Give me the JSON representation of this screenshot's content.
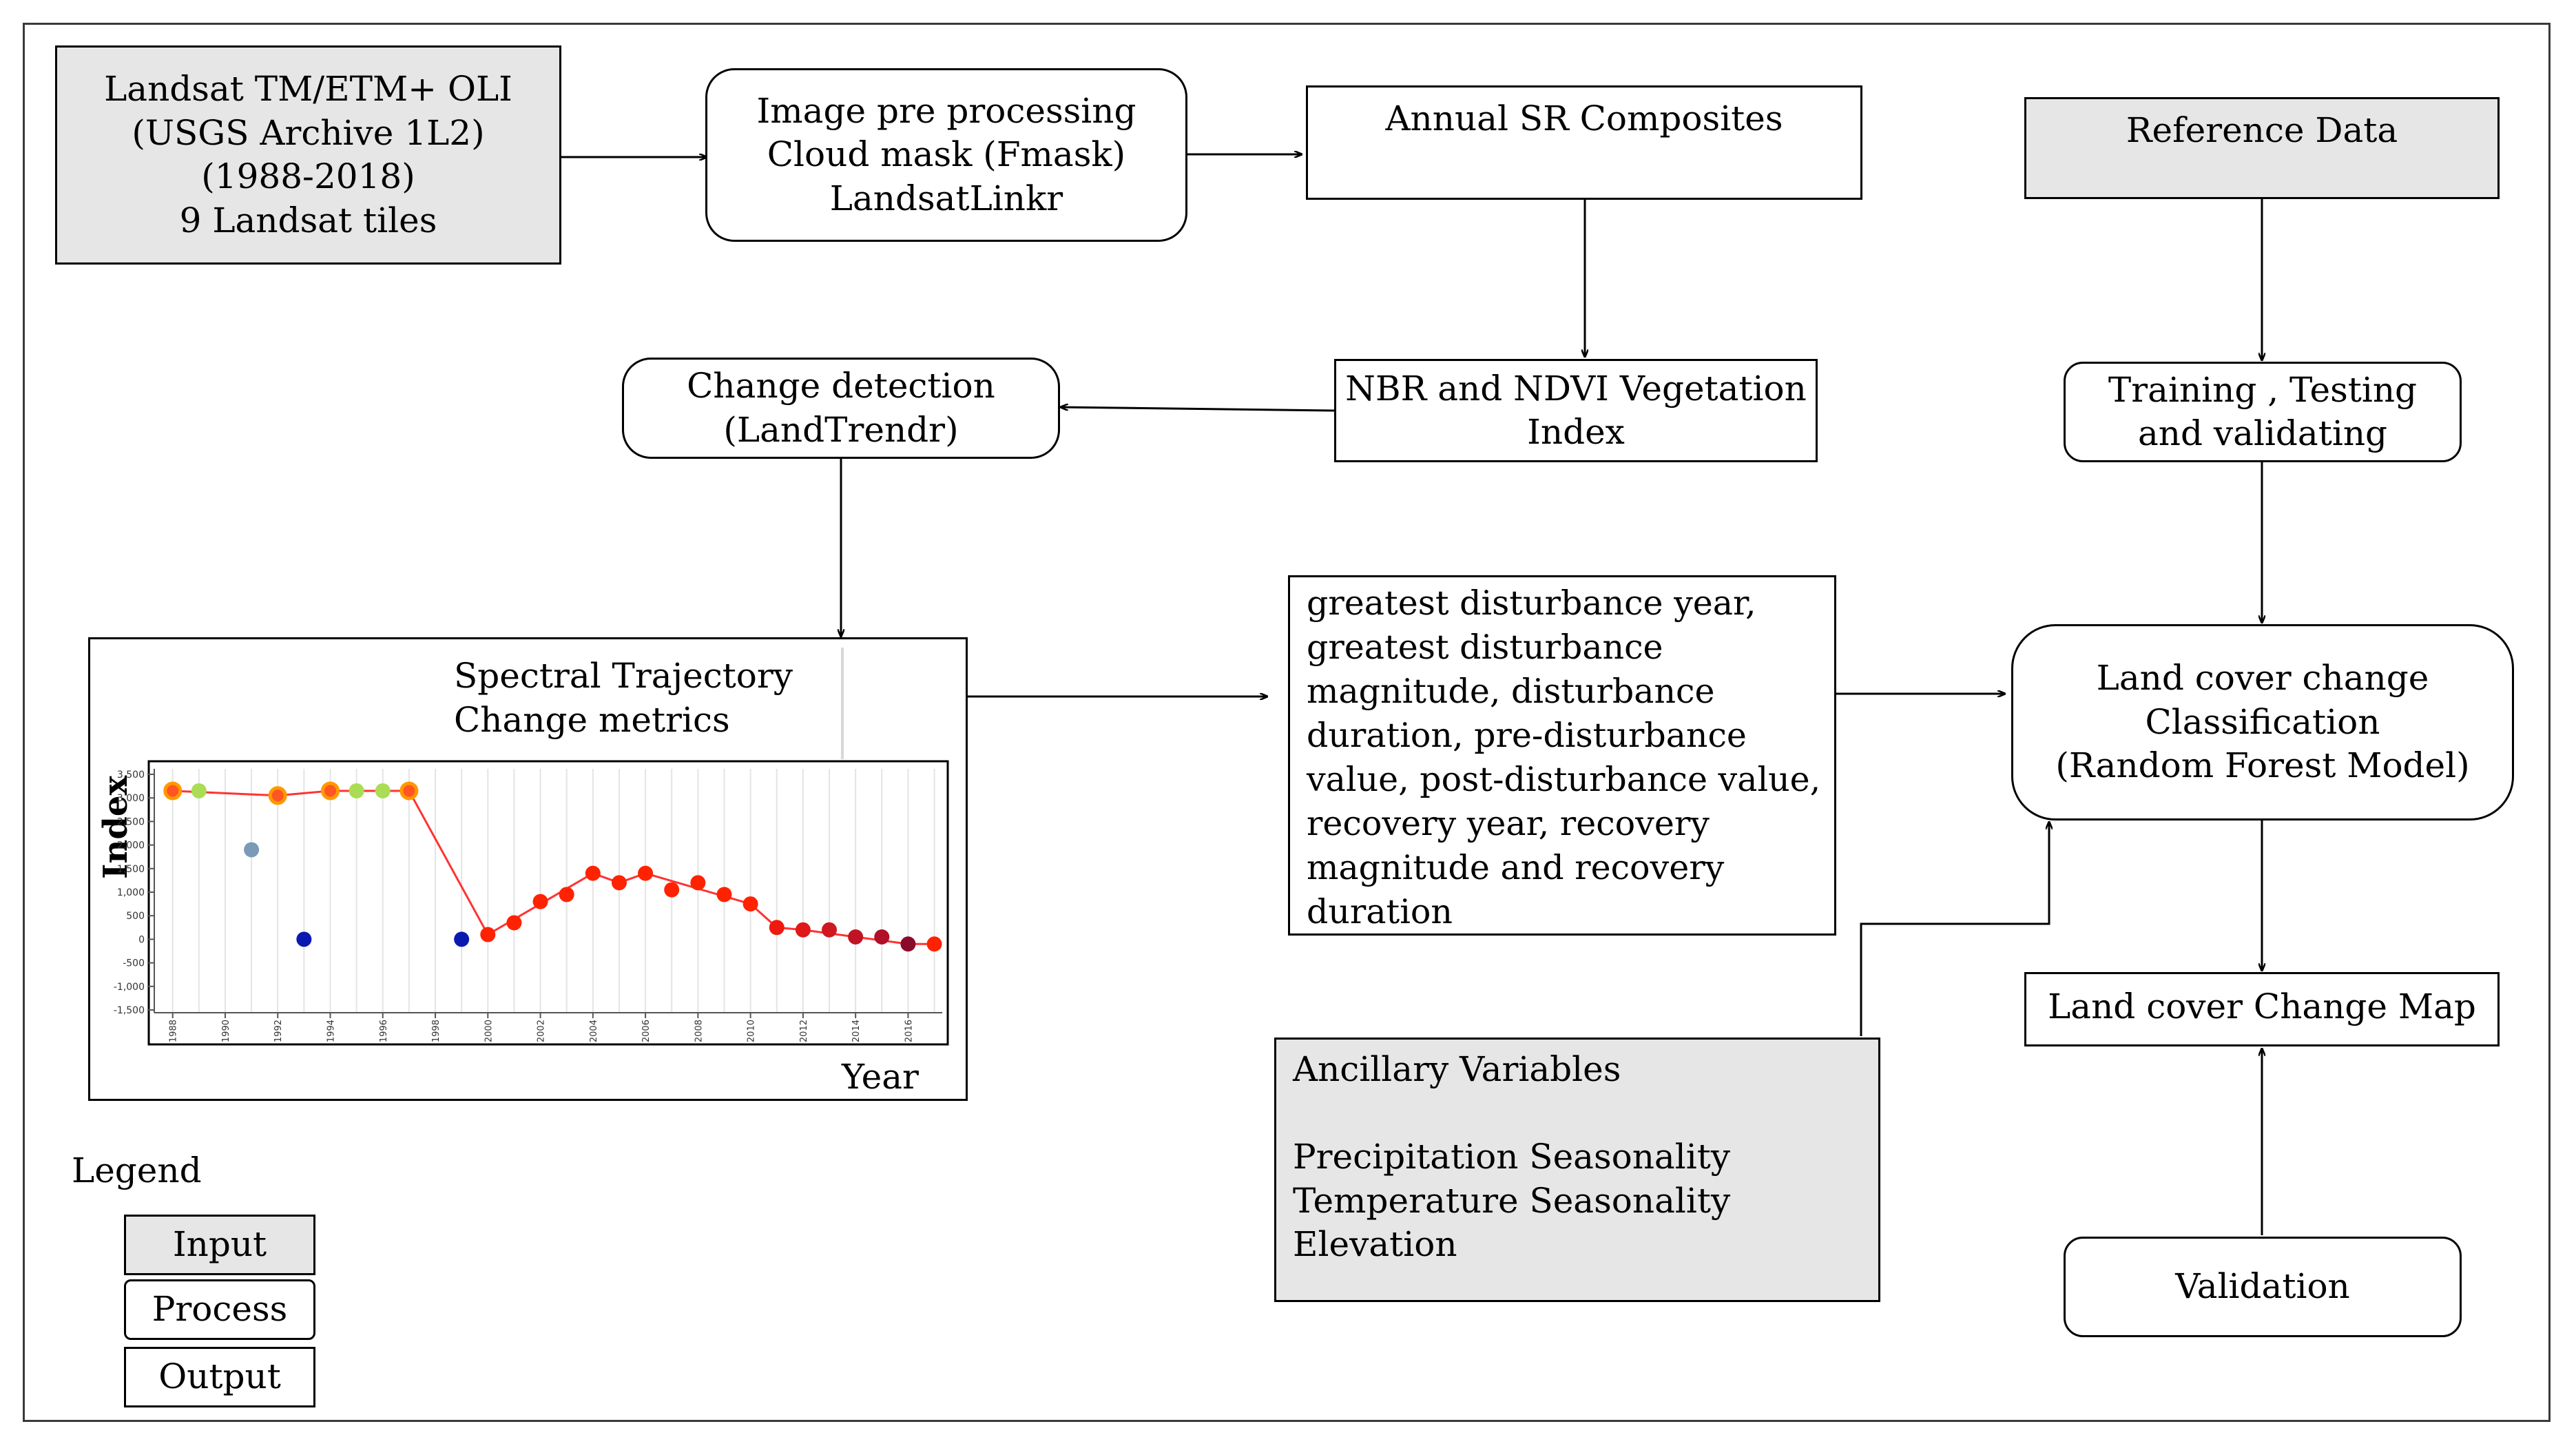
{
  "boxes": {
    "landsat": [
      "Landsat TM/ETM+ OLI",
      "(USGS Archive 1L2)",
      "(1988-2018)",
      "9 Landsat tiles"
    ],
    "preprocess": [
      "Image pre processing",
      "Cloud mask (Fmask)",
      "LandsatLinkr"
    ],
    "composites": [
      "Annual SR Composites"
    ],
    "reference": [
      "Reference Data"
    ],
    "vegindex": [
      "NBR and NDVI Vegetation",
      "Index"
    ],
    "change_detection": [
      "Change detection",
      "(LandTrendr)"
    ],
    "training": [
      "Training , Testing",
      "and validating"
    ],
    "metrics_list": [
      "greatest disturbance year,",
      "greatest disturbance",
      "magnitude, disturbance",
      "duration, pre-disturbance",
      "value, post-disturbance value,",
      "recovery year, recovery",
      "magnitude and recovery",
      "duration"
    ],
    "classification": [
      "Land cover change",
      "Classification",
      "(Random Forest Model)"
    ],
    "change_map": [
      "Land cover Change Map"
    ],
    "ancillary": [
      "Ancillary Variables",
      "",
      "Precipitation Seasonality",
      "Temperature Seasonality",
      "Elevation"
    ],
    "validation": [
      "Validation"
    ]
  },
  "trajectory_panel": {
    "title": [
      "Spectral Trajectory",
      "Change metrics"
    ],
    "y_label": "Index",
    "x_label": "Year"
  },
  "legend": {
    "title": "Legend",
    "items": [
      "Input",
      "Process",
      "Output"
    ]
  },
  "colors": {
    "input_fill": "#e6e6e6",
    "line": "#ff3333",
    "vertex_fill": "#ff2200",
    "start_outline": "#ff9900",
    "green_point": "#aadd55",
    "gray_point": "#7a9ab8",
    "blue_point": "#0a1ab0",
    "dark_point": "#8a0a2a"
  },
  "chart_data": {
    "type": "scatter",
    "xlabel": "Year",
    "ylabel": "Index",
    "ylim": [
      -1500,
      3500
    ],
    "y_ticks": [
      "3,500",
      "3,000",
      "2,500",
      "2,000",
      "1,500",
      "1,000",
      "500",
      "0",
      "-500",
      "-1,000",
      "-1,500"
    ],
    "y_tick_values": [
      3500,
      3000,
      2500,
      2000,
      1500,
      1000,
      500,
      0,
      -500,
      -1000,
      -1500
    ],
    "x_ticks": [
      "1988",
      "1990",
      "1992",
      "1994",
      "1996",
      "1998",
      "2000",
      "2002",
      "2004",
      "2006",
      "2008",
      "2010",
      "2012",
      "2014",
      "2016"
    ],
    "x_tick_values": [
      1988,
      1990,
      1992,
      1994,
      1996,
      1998,
      2000,
      2002,
      2004,
      2006,
      2008,
      2010,
      2012,
      2014,
      2016
    ],
    "xlim": [
      1987.3,
      2017.3
    ],
    "fitted_line": {
      "x": [
        1988,
        1992,
        1993,
        1994,
        1997,
        2000,
        2004,
        2005,
        2006,
        2010,
        2011,
        2012,
        2014,
        2016,
        2017
      ],
      "y": [
        3150,
        3050,
        3100,
        3150,
        3150,
        100,
        1400,
        1200,
        1400,
        750,
        250,
        200,
        50,
        -100,
        -100
      ]
    },
    "points": [
      {
        "x": 1988,
        "y": 3150,
        "color": "#ff9900"
      },
      {
        "x": 1989,
        "y": 3150,
        "color": "#aadd55"
      },
      {
        "x": 1991,
        "y": 1900,
        "color": "#7a9ab8"
      },
      {
        "x": 1992,
        "y": 3050,
        "color": "#ff9900"
      },
      {
        "x": 1993,
        "y": 0,
        "color": "#0a1ab0"
      },
      {
        "x": 1994,
        "y": 3150,
        "color": "#ff9900"
      },
      {
        "x": 1995,
        "y": 3150,
        "color": "#aadd55"
      },
      {
        "x": 1996,
        "y": 3150,
        "color": "#aadd55"
      },
      {
        "x": 1997,
        "y": 3150,
        "color": "#ff9900"
      },
      {
        "x": 1999,
        "y": 0,
        "color": "#0a1ab0"
      },
      {
        "x": 2000,
        "y": 100,
        "color": "#ff2200"
      },
      {
        "x": 2001,
        "y": 350,
        "color": "#ff2200"
      },
      {
        "x": 2002,
        "y": 800,
        "color": "#ff2200"
      },
      {
        "x": 2003,
        "y": 950,
        "color": "#ff2200"
      },
      {
        "x": 2004,
        "y": 1400,
        "color": "#ff2200"
      },
      {
        "x": 2005,
        "y": 1200,
        "color": "#ff2200"
      },
      {
        "x": 2006,
        "y": 1400,
        "color": "#ff2200"
      },
      {
        "x": 2007,
        "y": 1050,
        "color": "#ff2200"
      },
      {
        "x": 2008,
        "y": 1200,
        "color": "#ff2200"
      },
      {
        "x": 2009,
        "y": 950,
        "color": "#ff2200"
      },
      {
        "x": 2010,
        "y": 750,
        "color": "#ff2200"
      },
      {
        "x": 2011,
        "y": 250,
        "color": "#ee1a10"
      },
      {
        "x": 2012,
        "y": 200,
        "color": "#e01818"
      },
      {
        "x": 2013,
        "y": 200,
        "color": "#d01820"
      },
      {
        "x": 2014,
        "y": 50,
        "color": "#c01424"
      },
      {
        "x": 2015,
        "y": 50,
        "color": "#b01028"
      },
      {
        "x": 2016,
        "y": -100,
        "color": "#8a0a2a"
      },
      {
        "x": 2017,
        "y": -100,
        "color": "#ff2200"
      }
    ]
  }
}
